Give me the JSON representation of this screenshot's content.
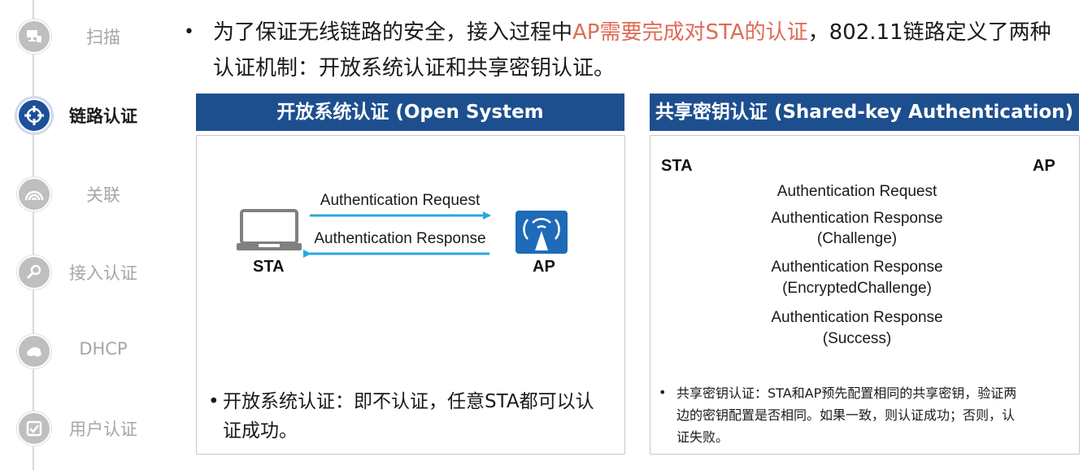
{
  "sidebar": {
    "steps": [
      {
        "label": "扫描",
        "icon": "network-icon",
        "active": false
      },
      {
        "label": "链路认证",
        "icon": "crosshair-icon",
        "active": true
      },
      {
        "label": "关联",
        "icon": "rainbow-icon",
        "active": false
      },
      {
        "label": "接入认证",
        "icon": "key-icon",
        "active": false
      },
      {
        "label": "DHCP",
        "icon": "cloud-icon",
        "active": false
      },
      {
        "label": "用户认证",
        "icon": "checkbox-icon",
        "active": false
      }
    ]
  },
  "intro": {
    "bullet": "•",
    "line1_pre": "为了保证无线链路的安全，接入过程中",
    "line1_highlight": "AP需要完成对STA的认证",
    "line1_post": "，802.11链路定义了两种",
    "line2": "认证机制：开放系统认证和共享密钥认证。",
    "highlight_color": "#e06a55"
  },
  "open_panel": {
    "title": "开放系统认证 (Open System Authentication)",
    "sta_label": "STA",
    "ap_label": "AP",
    "request_label": "Authentication Request",
    "response_label": "Authentication Response",
    "note_bullet": "•",
    "note_line1": "开放系统认证：即不认证，任意STA都可以认",
    "note_line2": "证成功。"
  },
  "shared_panel": {
    "title": "共享密钥认证 (Shared-key Authentication)",
    "sta_label": "STA",
    "ap_label": "AP",
    "msg1": "Authentication Request",
    "msg2_line1": "Authentication Response",
    "msg2_line2": "(Challenge)",
    "msg3_line1": "Authentication Response",
    "msg3_line2": "(EncryptedChallenge)",
    "msg4_line1": "Authentication Response",
    "msg4_line2": "(Success)",
    "note_bullet": "•",
    "note_line1": "共享密钥认证：STA和AP预先配置相同的共享密钥，验证两",
    "note_line2": "边的密钥配置是否相同。如果一致，则认证成功；否则，认",
    "note_line3": "证失败。"
  },
  "colors": {
    "header_blue": "#1d4f8f",
    "arrow_blue": "#29a8e0",
    "ap_blue": "#1f6bb8"
  }
}
